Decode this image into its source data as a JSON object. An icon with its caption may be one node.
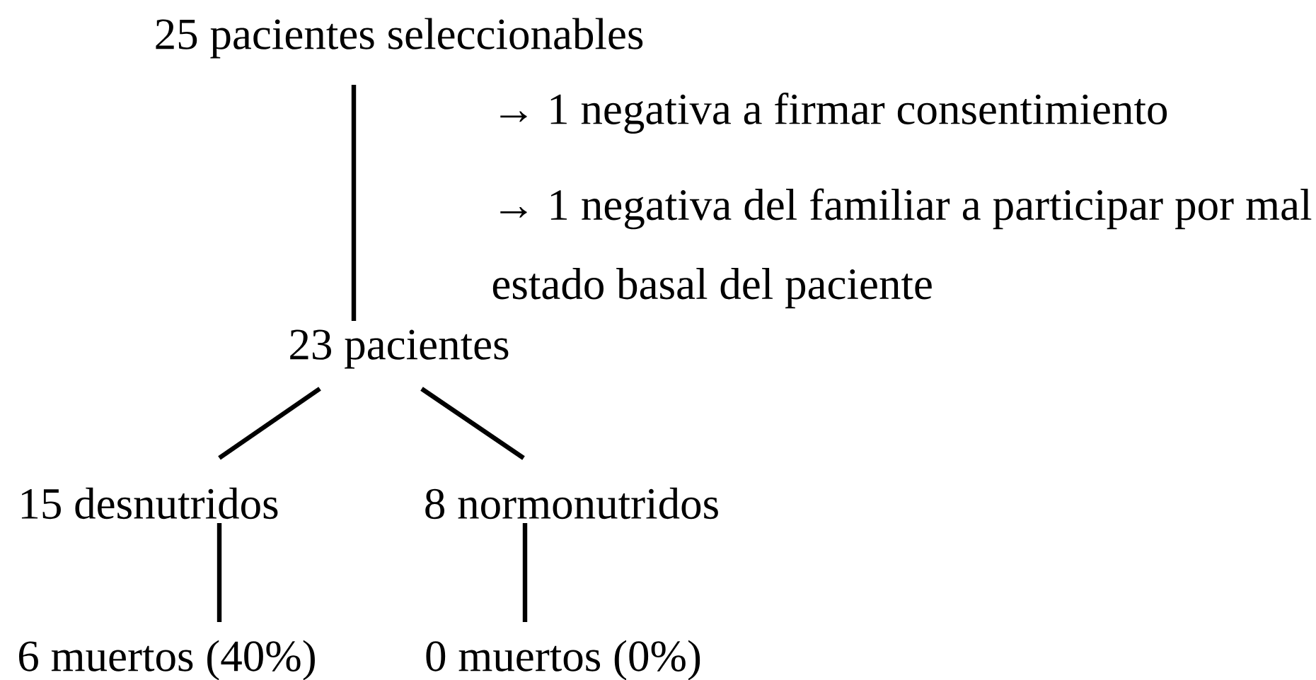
{
  "diagram": {
    "nodes": [
      {
        "text": [
          "25 pacientes seleccionables"
        ]
      },
      {
        "text": [
          "23 pacientes"
        ]
      },
      {
        "text": [
          "15 desnutridos"
        ]
      },
      {
        "text": [
          "8 normonutridos"
        ]
      },
      {
        "text": [
          "6 muertos (40%)"
        ]
      },
      {
        "text": [
          "0 muertos (0%)"
        ]
      }
    ],
    "edges": [
      {
        "from": 0,
        "to": 1,
        "arrow": "none"
      },
      {
        "from": 1,
        "to": 2,
        "arrow": "none"
      },
      {
        "from": 1,
        "to": 3,
        "arrow": "none"
      },
      {
        "from": 2,
        "to": 4,
        "arrow": "none"
      },
      {
        "from": 3,
        "to": 5,
        "arrow": "none"
      }
    ],
    "labels": [
      "→ 1 negativa a firmar consentimiento",
      "→ 1 negativa del familiar a participar por mal estado basal del paciente"
    ]
  }
}
